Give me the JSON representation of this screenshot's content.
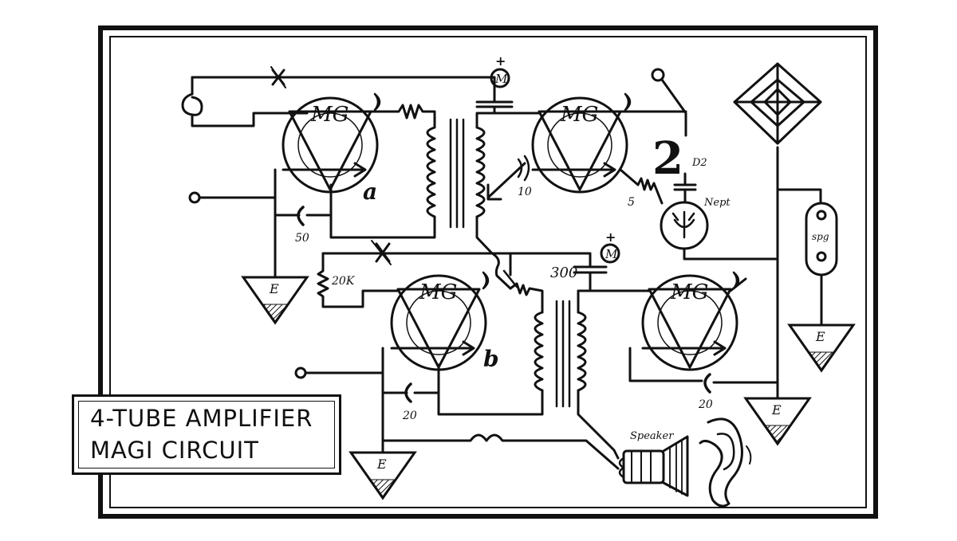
{
  "title": {
    "line1": "4-TUBE AMPLIFIER",
    "line2": "MAGI CIRCUIT"
  },
  "tubes": [
    {
      "label": "MG",
      "letter": "a"
    },
    {
      "label": "MG",
      "letter": ""
    },
    {
      "label": "MG",
      "letter": "b"
    },
    {
      "label": "MG",
      "letter": ""
    }
  ],
  "meter_label": "M",
  "plus_sign": "+",
  "ground_label": "E",
  "labels": {
    "cap_50": "50",
    "cap_10": "10",
    "res_5": "5",
    "res_20k": "20K",
    "cap_300": "300",
    "cap_20a": "20",
    "cap_20b": "20",
    "d2": "D2",
    "nept": "Nept",
    "spg": "spg",
    "speaker": "Speaker",
    "big_two": "2"
  },
  "colors": {
    "ink": "#111111",
    "background": "#ffffff"
  }
}
